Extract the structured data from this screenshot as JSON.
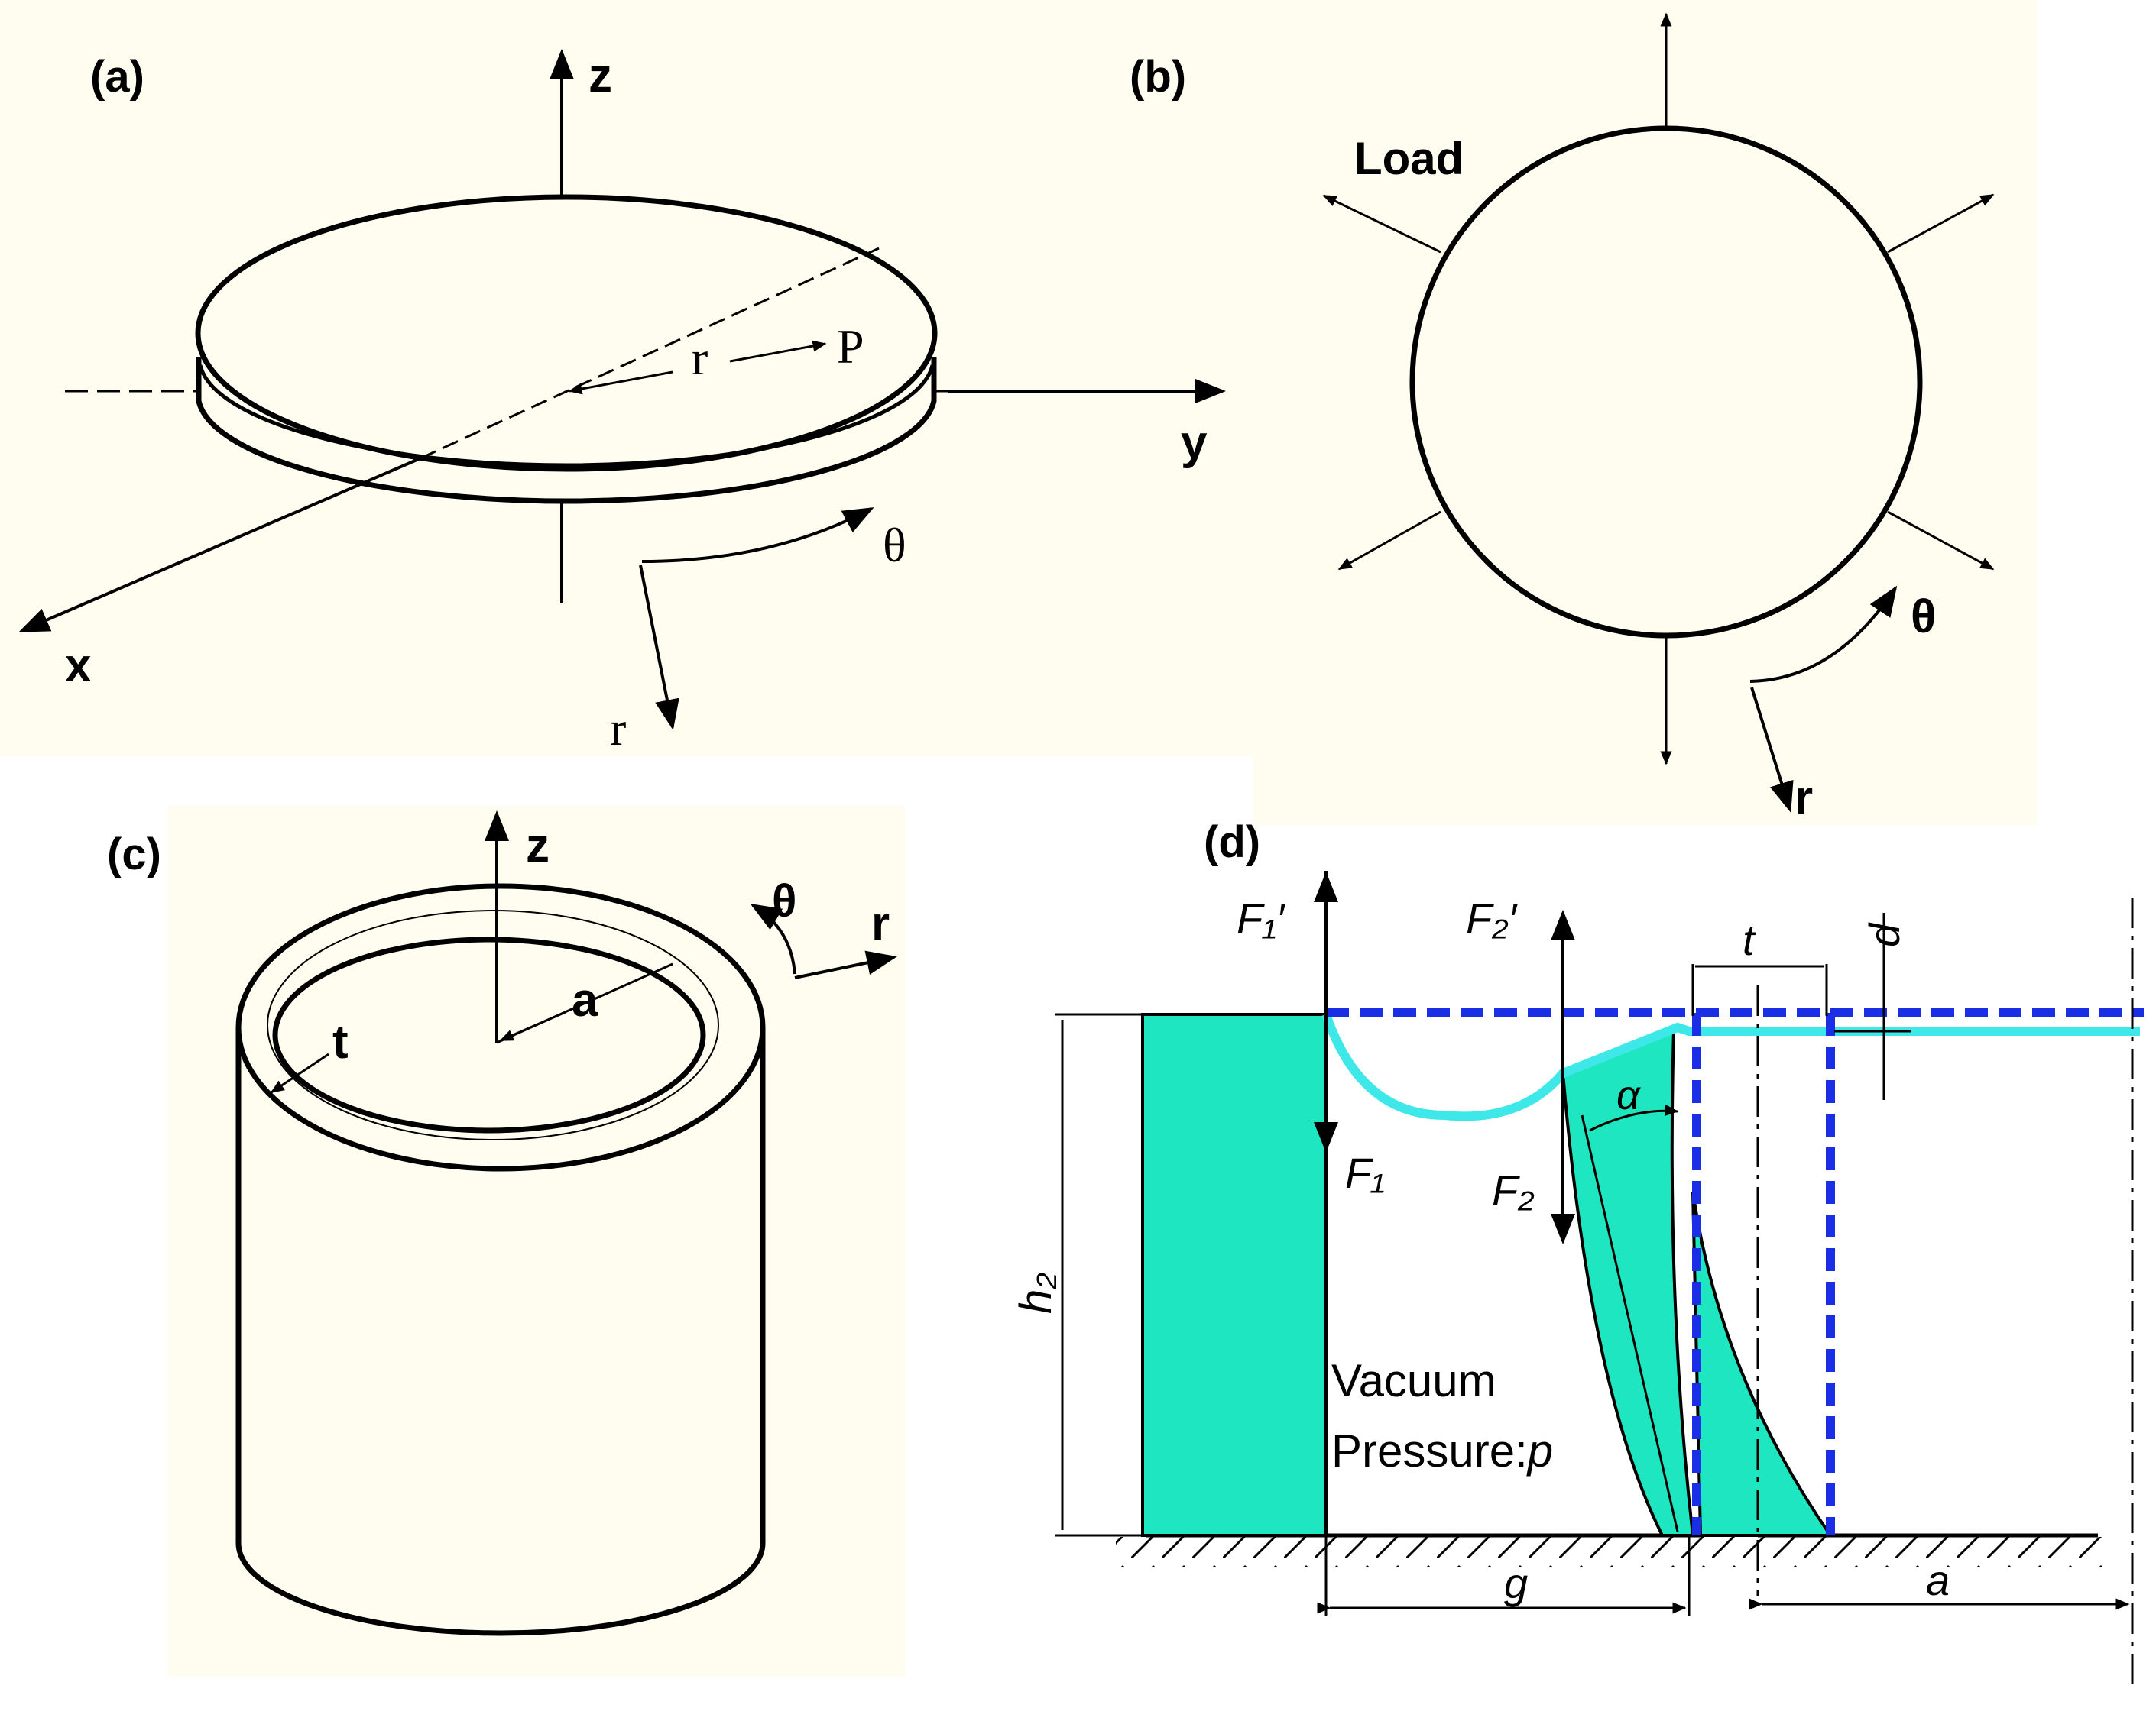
{
  "panels": {
    "a": {
      "label": "(a)",
      "axis_z": "z",
      "axis_y": "y",
      "axis_x": "x",
      "radius": "r",
      "point": "P",
      "theta": "θ",
      "r_dir": "r"
    },
    "b": {
      "label": "(b)",
      "load": "Load",
      "theta": "θ",
      "r_dir": "r"
    },
    "c": {
      "label": "(c)",
      "axis_z": "z",
      "theta": "θ",
      "r_dir": "r",
      "radius": "a",
      "thickness": "t"
    },
    "d": {
      "label": "(d)",
      "f1_prime": "F₁′",
      "f2_prime": "F₂′",
      "f1": "F₁",
      "f2": "F₂",
      "t": "t",
      "d": "d",
      "alpha": "α",
      "h2": "h₂",
      "vacuum_line1": "Vacuum",
      "vacuum_line2": "Pressure:",
      "vacuum_p": "p",
      "g": "g",
      "a": "a"
    }
  },
  "colors": {
    "background_panel": "#fffdf0",
    "ink": "#000000",
    "fill": "#1ee6c0",
    "membrane": "#3ee8e8",
    "dashed": "#1a2ee6"
  }
}
